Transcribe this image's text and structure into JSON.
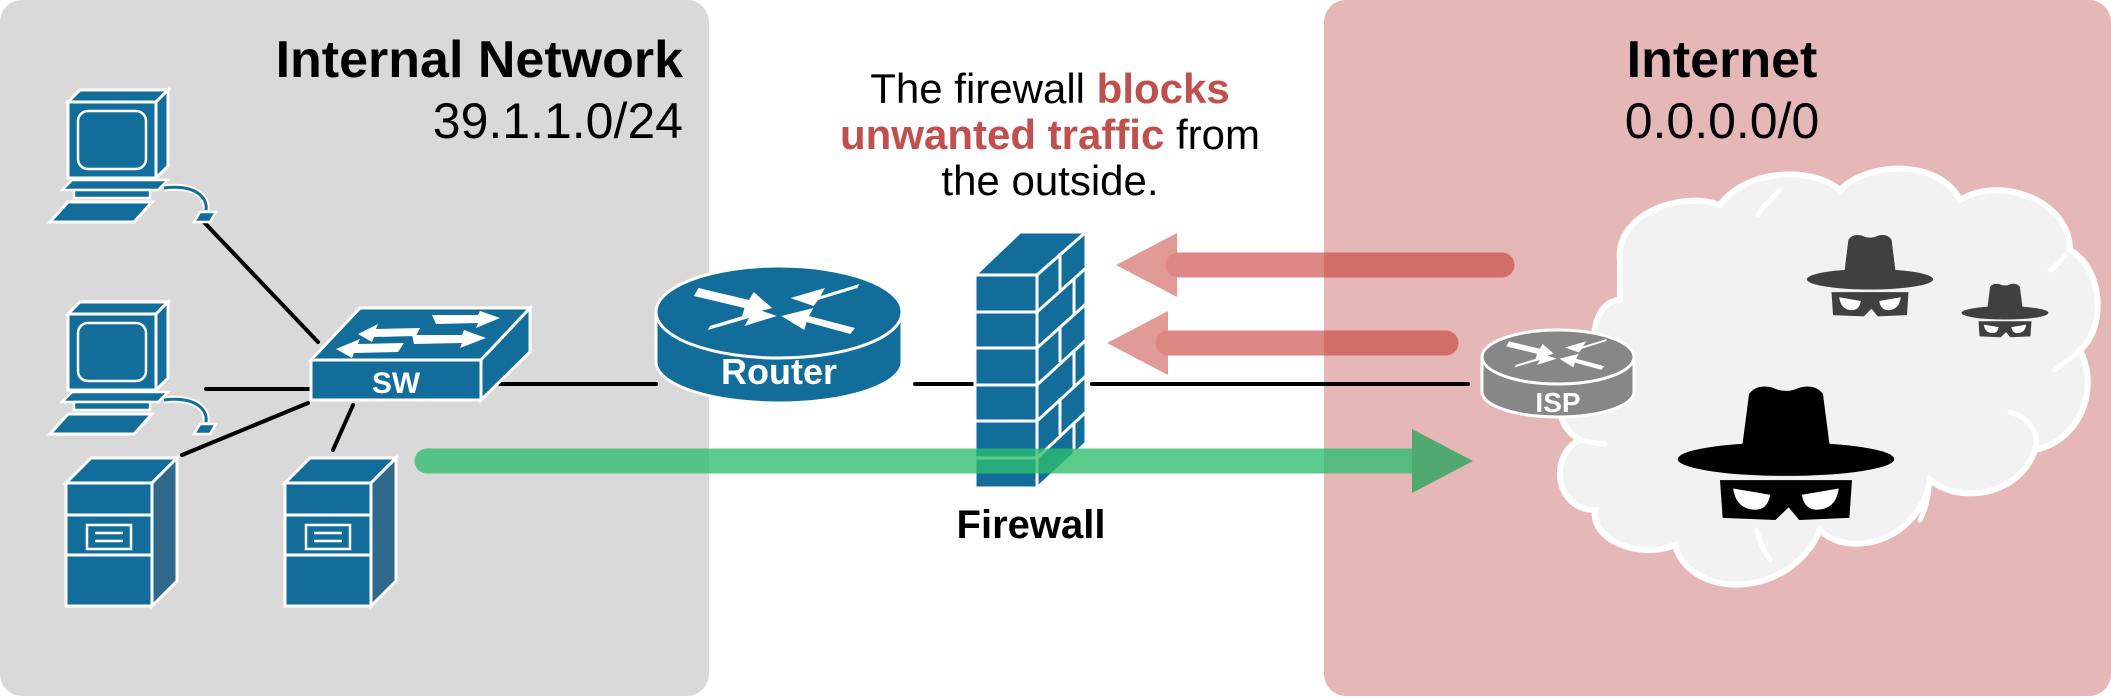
{
  "zones": {
    "internal": {
      "title": "Internal Network",
      "subnet": "39.1.1.0/24"
    },
    "internet": {
      "title": "Internet",
      "subnet": "0.0.0.0/0"
    }
  },
  "caption": {
    "part1": "The firewall ",
    "highlight1": "blocks",
    "highlight2": "unwanted traffic",
    "part2": " from",
    "part3": "the outside."
  },
  "devices": {
    "switch_label": "SW",
    "router_label": "Router",
    "firewall_label": "Firewall",
    "isp_label": "ISP"
  },
  "icons": {
    "pc": "desktop-computer-icon",
    "server": "tower-server-icon",
    "switch": "network-switch-icon",
    "router": "router-icon",
    "firewall": "brick-firewall-icon",
    "cloud": "cloud-icon",
    "hacker": "hacker-hat-mask-icon"
  },
  "flows": {
    "outbound": {
      "direction": "internal-to-internet",
      "status": "allowed"
    },
    "inbound": [
      {
        "direction": "internet-to-internal",
        "status": "blocked"
      },
      {
        "direction": "internet-to-internal",
        "status": "blocked"
      }
    ]
  },
  "colors": {
    "device_blue": "#136d9b",
    "device_side": "#2f6a8d",
    "internal_bg": "#d9d9d9",
    "internet_bg": "#e5b8b7",
    "highlight_red": "#c0504d",
    "blocked_arrow": "#cc5c56",
    "allowed_arrow": "#3cc073",
    "isp_gray": "#878787",
    "cloud_fill": "#f2f2f2",
    "hacker_dark": "#404040"
  }
}
